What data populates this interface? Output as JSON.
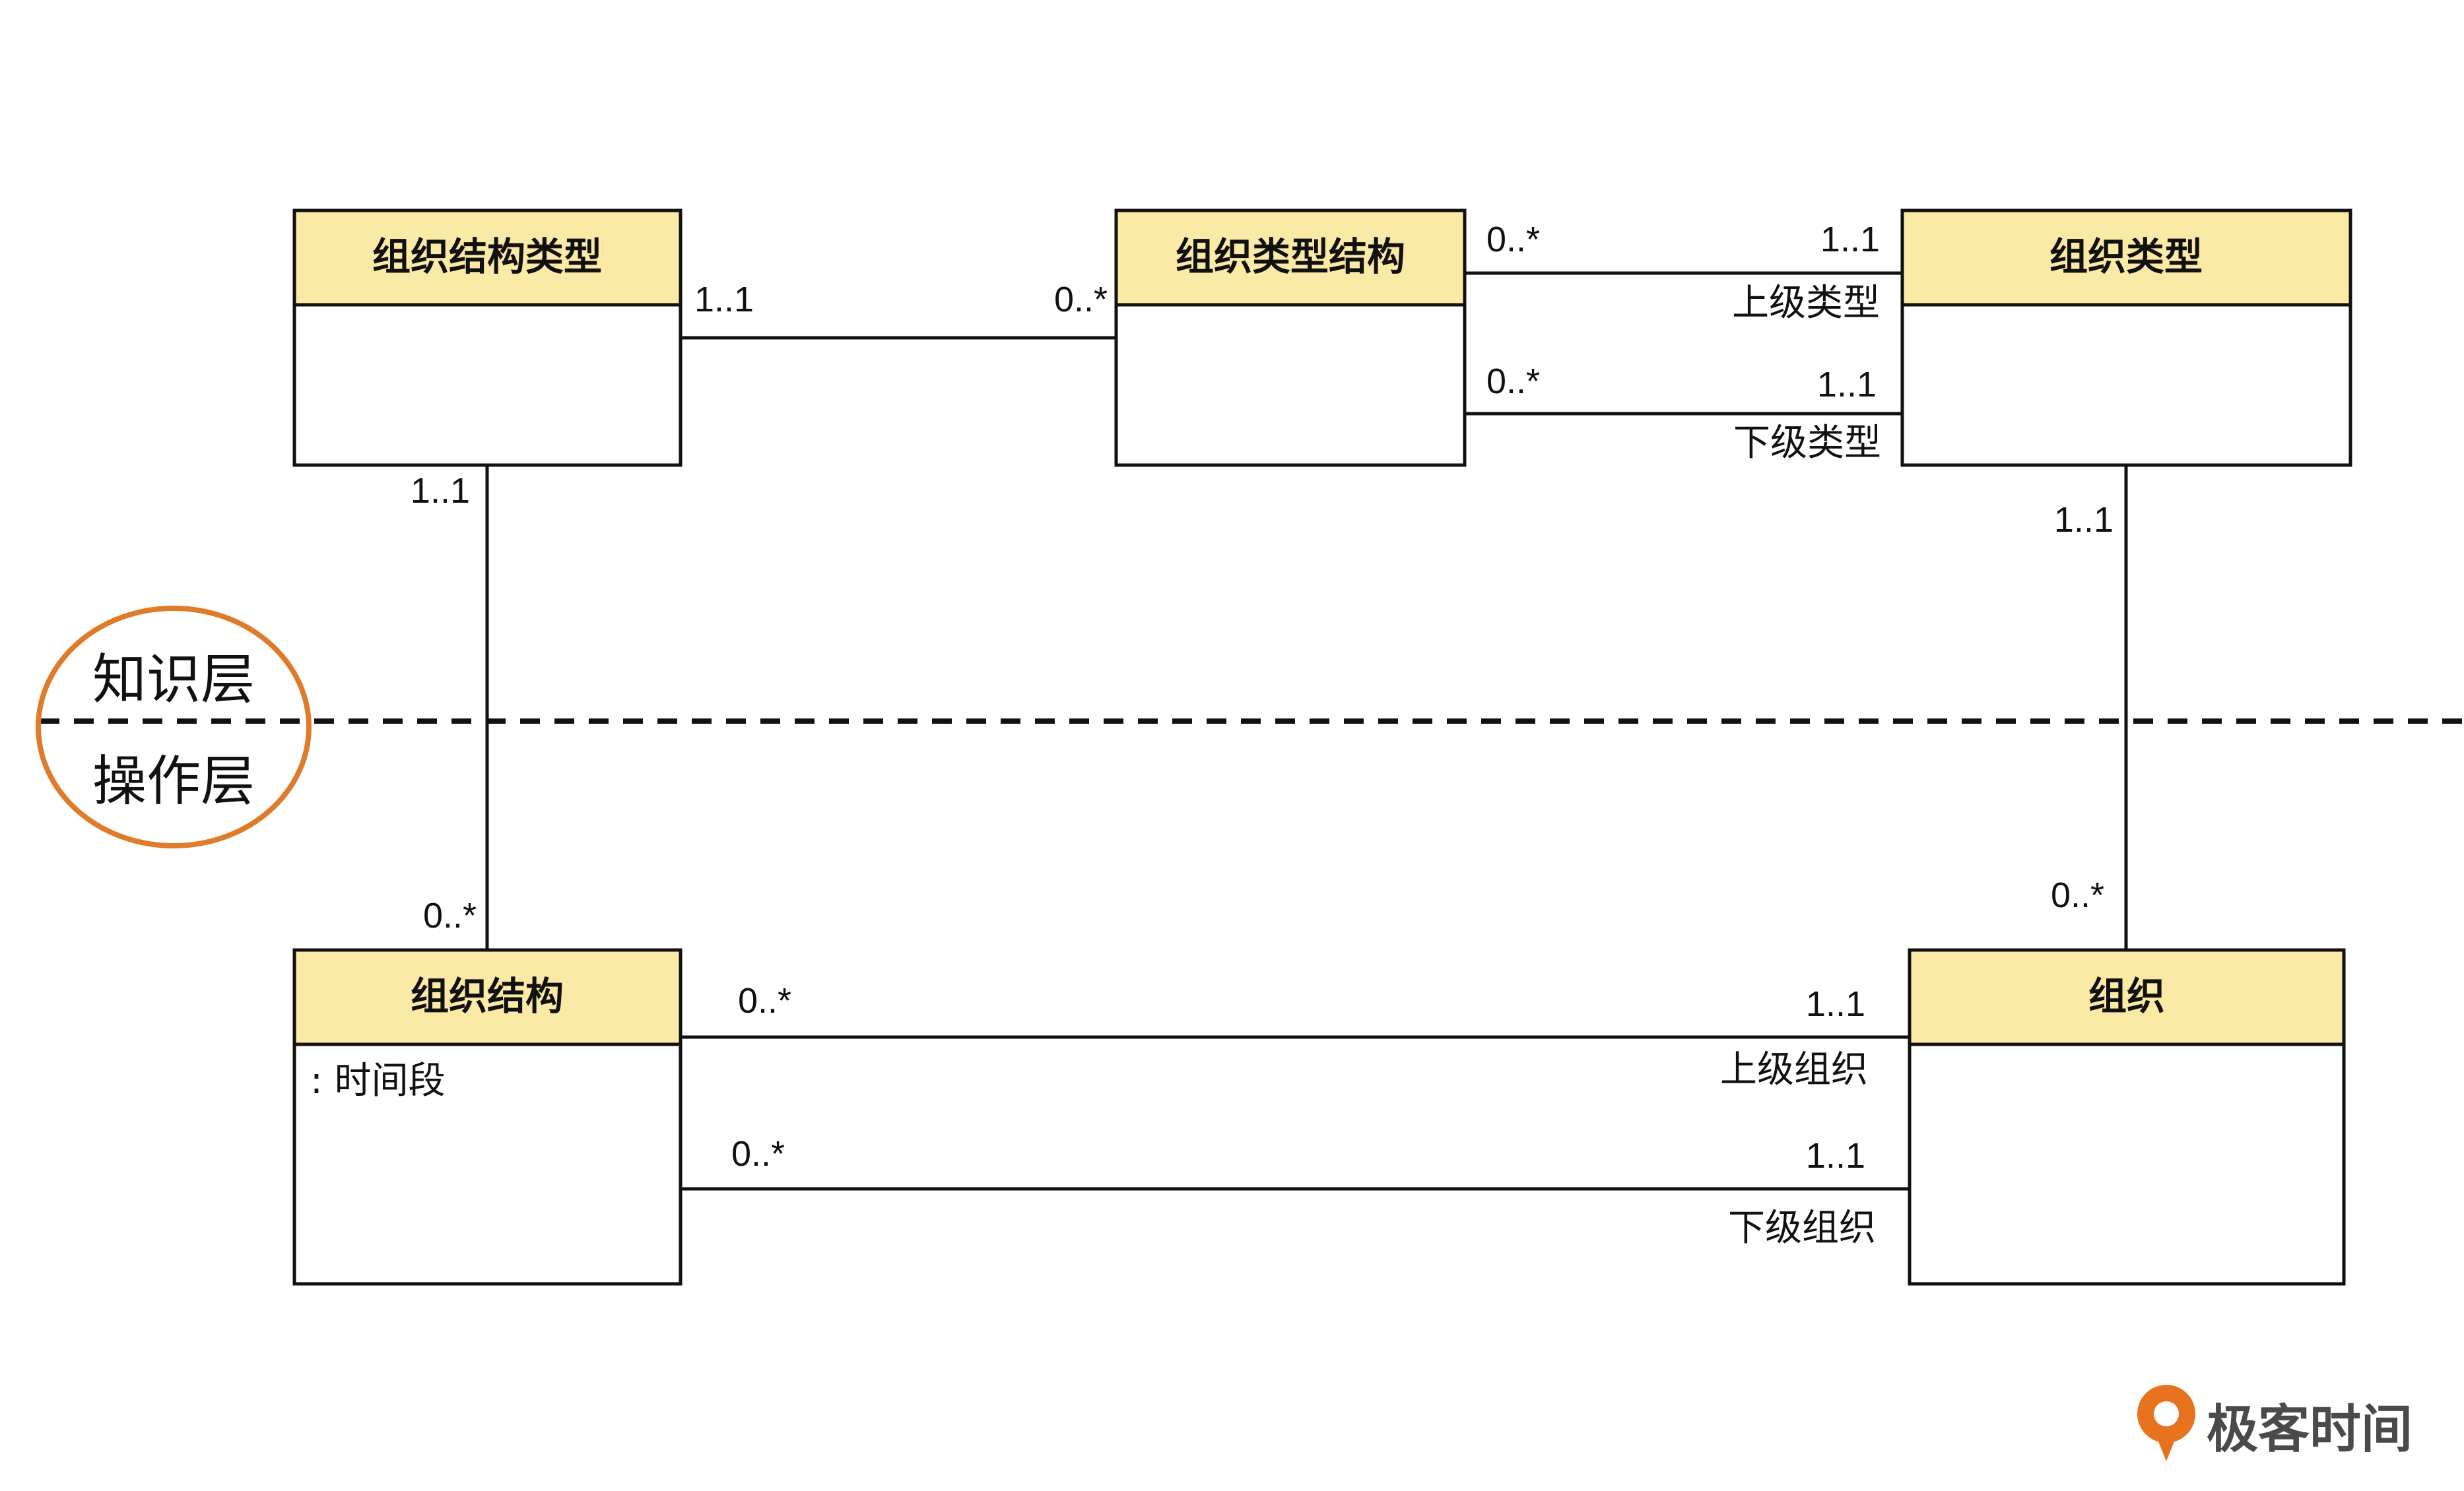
{
  "colors": {
    "class_header": "#fbeaa5",
    "line": "#111111",
    "layer_circle": "#e07b2a",
    "brand_accent": "#e8731f",
    "brand_text": "#4a4a4a"
  },
  "classes": {
    "org_structure_type": {
      "name": "组织结构类型"
    },
    "org_type_structure": {
      "name": "组织类型结构"
    },
    "org_type": {
      "name": "组织类型"
    },
    "org_structure": {
      "name": "组织结构",
      "attributes": [
        ": 时间段"
      ]
    },
    "organization": {
      "name": "组织"
    }
  },
  "associations": {
    "structure_type_to_type_structure": {
      "left_mult": "1..1",
      "right_mult": "0..*"
    },
    "type_structure_superior": {
      "left_mult": "0..*",
      "right_mult": "1..1",
      "role": "上级类型"
    },
    "type_structure_subordinate": {
      "left_mult": "0..*",
      "right_mult": "1..1",
      "role": "下级类型"
    },
    "structure_type_to_structure": {
      "top_mult": "1..1",
      "bottom_mult": "0..*"
    },
    "type_to_org": {
      "top_mult": "1..1",
      "bottom_mult": "0..*"
    },
    "structure_superior": {
      "left_mult": "0..*",
      "right_mult": "1..1",
      "role": "上级组织"
    },
    "structure_subordinate": {
      "left_mult": "0..*",
      "right_mult": "1..1",
      "role": "下级组织"
    }
  },
  "layers": {
    "knowledge": "知识层",
    "operation": "操作层"
  },
  "brand": {
    "name": "极客时间",
    "icon": "geektime-logo-icon"
  }
}
